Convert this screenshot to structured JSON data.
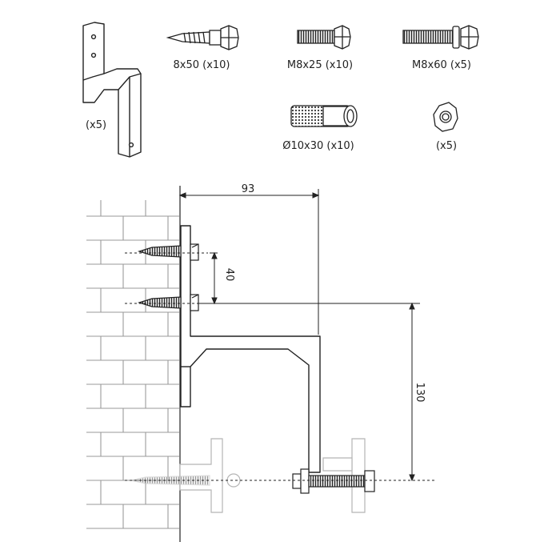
{
  "parts": [
    {
      "id": "bracket",
      "label": "(x5)",
      "icon": "angle-bracket-icon"
    },
    {
      "id": "wood-screw",
      "label": "8x50 (x10)",
      "icon": "lag-screw-icon"
    },
    {
      "id": "bolt-short",
      "label": "M8x25 (x10)",
      "icon": "hex-bolt-icon"
    },
    {
      "id": "bolt-long",
      "label": "M8x60 (x5)",
      "icon": "hex-bolt-washer-icon"
    },
    {
      "id": "anchor",
      "label": "Ø10x30 (x10)",
      "icon": "wall-anchor-sleeve-icon"
    },
    {
      "id": "nut",
      "label": "(x5)",
      "icon": "hex-nut-icon"
    }
  ],
  "dimensions": {
    "width": "93",
    "screw_spacing": "40",
    "height": "130"
  },
  "colors": {
    "line": "#222222",
    "brick": "#9a9a9a",
    "ghost": "#b5b5b5"
  }
}
